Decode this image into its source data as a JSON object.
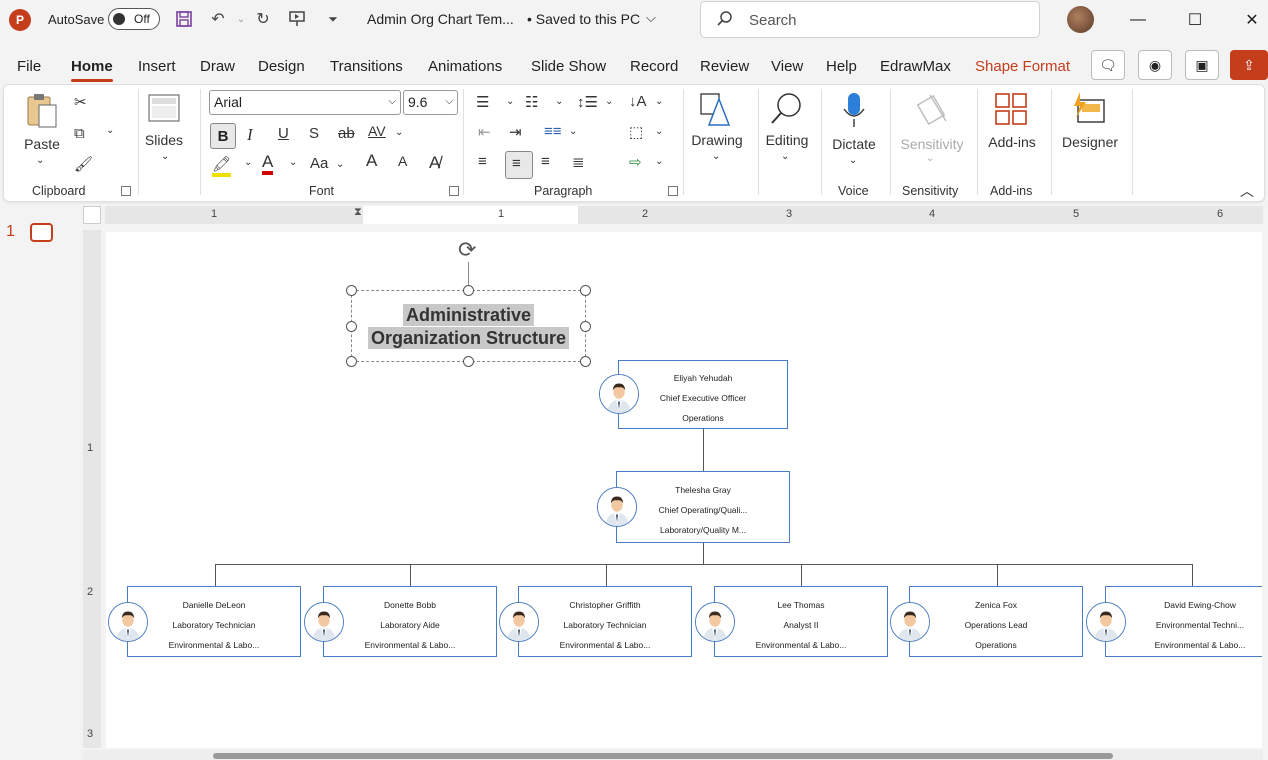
{
  "titlebar": {
    "app_icon": "P",
    "autosave_label": "AutoSave",
    "autosave_state": "Off",
    "doc_title": "Admin Org Chart Tem...",
    "doc_status": "• Saved to this PC",
    "search_placeholder": "Search"
  },
  "tabs": [
    "File",
    "Home",
    "Insert",
    "Draw",
    "Design",
    "Transitions",
    "Animations",
    "Slide Show",
    "Record",
    "Review",
    "View",
    "Help",
    "EdrawMax",
    "Shape Format"
  ],
  "ribbon": {
    "clipboard": {
      "paste": "Paste",
      "label": "Clipboard"
    },
    "slides": {
      "label": "Slides"
    },
    "font": {
      "name": "Arial",
      "size": "9.6",
      "bold": "B",
      "italic": "I",
      "underline": "U",
      "shadow": "S",
      "strike": "ab",
      "spacing": "AV",
      "case": "Aa",
      "grow": "A",
      "shrink": "A",
      "label": "Font"
    },
    "paragraph": {
      "label": "Paragraph"
    },
    "drawing": {
      "label": "Drawing"
    },
    "editing": {
      "label": "Editing"
    },
    "voice": {
      "dictate": "Dictate",
      "label": "Voice"
    },
    "sensitivity": {
      "button": "Sensitivity",
      "label": "Sensitivity"
    },
    "addins": {
      "button": "Add-ins",
      "label": "Add-ins"
    },
    "designer": {
      "button": "Designer"
    }
  },
  "slide_panel": {
    "slide_number": "1"
  },
  "ruler": {
    "h_ticks": [
      "1",
      "1",
      "2",
      "3",
      "4",
      "5",
      "6"
    ],
    "v_ticks": [
      "1",
      "2",
      "3"
    ]
  },
  "slide": {
    "title_line1": "Administrative",
    "title_line2": "Organization Structure",
    "ceo": {
      "name": "Eliyah Yehudah",
      "role": "Chief Executive Officer",
      "dept": "Operations"
    },
    "coo": {
      "name": "Thelesha Gray",
      "role": "Chief Operating/Quali...",
      "dept": "Laboratory/Quality M..."
    },
    "staff": [
      {
        "name": "Danielle DeLeon",
        "role": "Laboratory Technician",
        "dept": "Environmental & Labo..."
      },
      {
        "name": "Donette Bobb",
        "role": "Laboratory Aide",
        "dept": "Environmental & Labo..."
      },
      {
        "name": "Christopher Griffith",
        "role": "Laboratory Technician",
        "dept": "Environmental & Labo..."
      },
      {
        "name": "Lee Thomas",
        "role": "Analyst II",
        "dept": "Environmental & Labo..."
      },
      {
        "name": "Zenica Fox",
        "role": "Operations Lead",
        "dept": "Operations"
      },
      {
        "name": "David Ewing-Chow",
        "role": "Environmental Techni...",
        "dept": "Environmental & Labo..."
      }
    ]
  },
  "colors": {
    "accent": "#c43e1c",
    "node_border": "#4a7cc2"
  }
}
